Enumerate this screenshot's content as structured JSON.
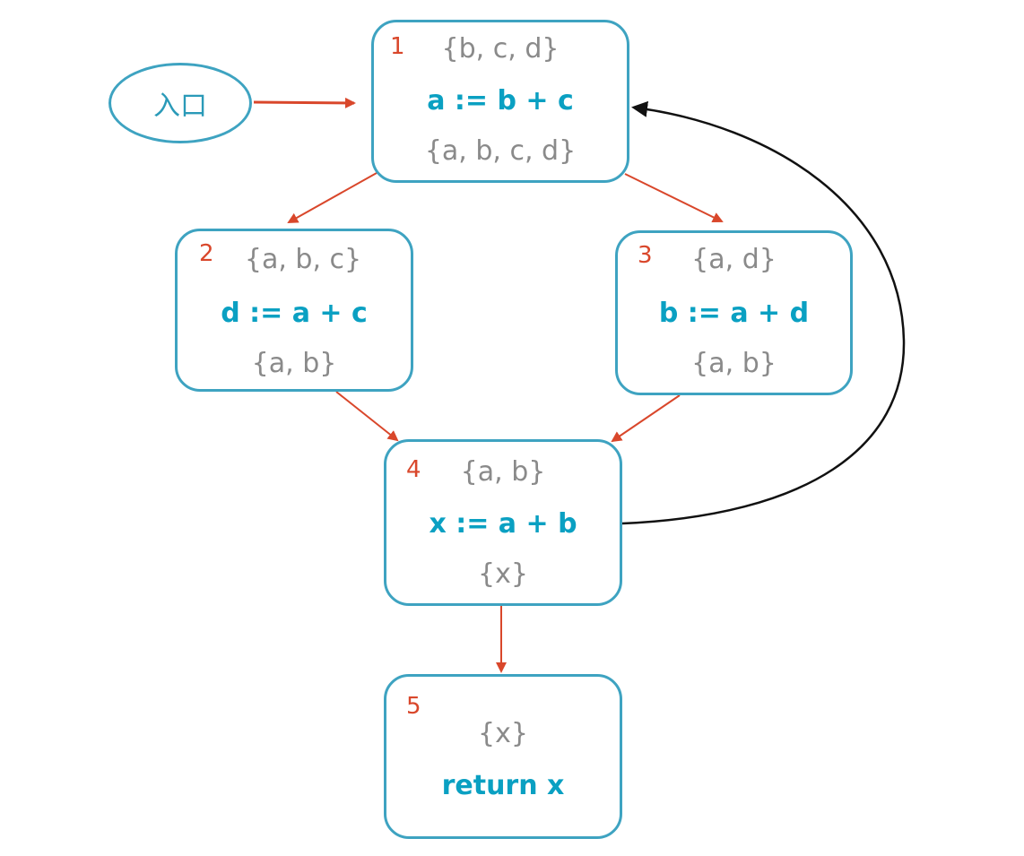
{
  "diagram": {
    "entry": {
      "label": "入口"
    },
    "blocks": [
      {
        "id": "1",
        "in_set": "{b, c, d}",
        "statement": "a := b + c",
        "out_set": "{a, b, c, d}"
      },
      {
        "id": "2",
        "in_set": "{a, b, c}",
        "statement": "d := a + c",
        "out_set": "{a, b}"
      },
      {
        "id": "3",
        "in_set": "{a, d}",
        "statement": "b := a + d",
        "out_set": "{a, b}"
      },
      {
        "id": "4",
        "in_set": "{a, b}",
        "statement": "x := a + b",
        "out_set": "{x}"
      },
      {
        "id": "5",
        "in_set": "{x}",
        "statement": "return x",
        "out_set": ""
      }
    ],
    "edges": [
      {
        "from": "entry",
        "to": "1",
        "kind": "forward"
      },
      {
        "from": "1",
        "to": "2",
        "kind": "forward"
      },
      {
        "from": "1",
        "to": "3",
        "kind": "forward"
      },
      {
        "from": "2",
        "to": "4",
        "kind": "forward"
      },
      {
        "from": "3",
        "to": "4",
        "kind": "forward"
      },
      {
        "from": "4",
        "to": "5",
        "kind": "forward"
      },
      {
        "from": "4",
        "to": "1",
        "kind": "back-edge"
      }
    ],
    "colors": {
      "node_border": "#3ea3c1",
      "statement": "#0aa0c2",
      "set_text": "#8a8a8a",
      "block_number": "#d9472b",
      "forward_edge": "#d9472b",
      "back_edge": "#111111"
    }
  }
}
